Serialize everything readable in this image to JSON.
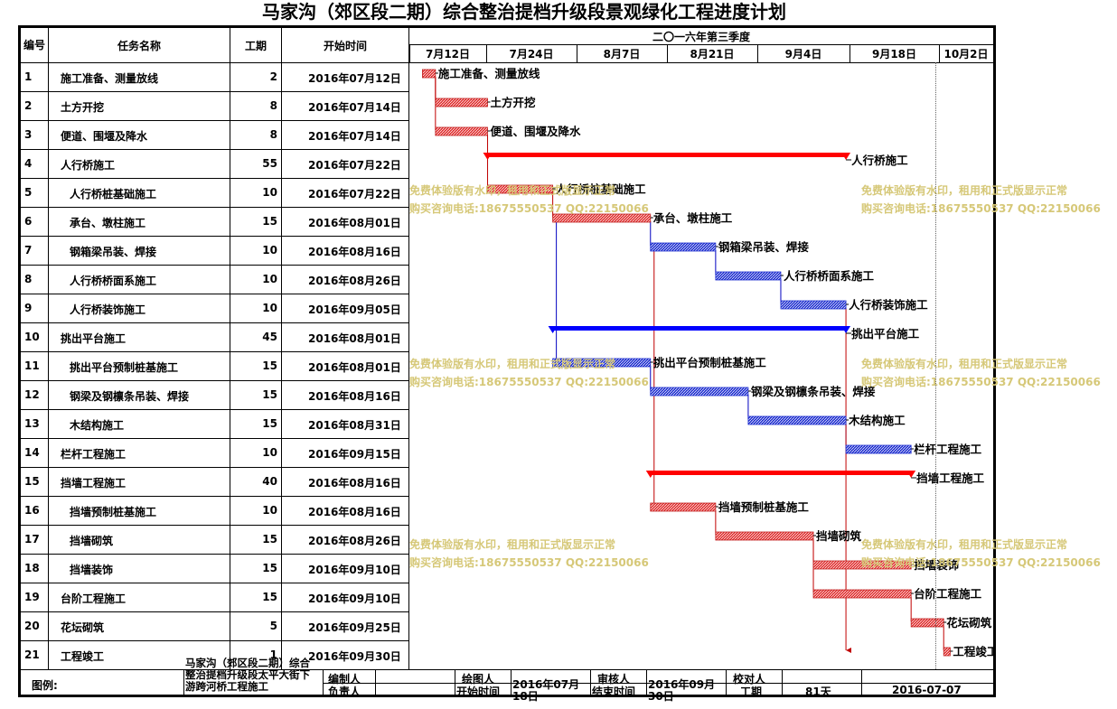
{
  "title": "马家沟（郊区段二期）综合整治提档升级段景观绿化工程进度计划",
  "headers": {
    "id": "编号",
    "name": "任务名称",
    "duration": "工期",
    "start": "开始时间",
    "quarter": "二〇一六年第三季度"
  },
  "chart_data": {
    "type": "gantt",
    "timeline_start": "2016-07-10",
    "date_ticks": [
      "7月12日",
      "7月24日",
      "8月7日",
      "8月21日",
      "9月4日",
      "9月18日",
      "10月2日"
    ],
    "colors": {
      "task_red": "#e03030",
      "task_blue": "#2030d0",
      "summary_red": "#ff0000",
      "summary_blue": "#0000ff"
    },
    "tasks": [
      {
        "id": "1",
        "name": "施工准备、测量放线",
        "duration": 2,
        "start": "2016年07月12日",
        "indent": false,
        "summary": false,
        "color": "red"
      },
      {
        "id": "2",
        "name": "土方开挖",
        "duration": 8,
        "start": "2016年07月14日",
        "indent": false,
        "summary": false,
        "color": "red"
      },
      {
        "id": "3",
        "name": "便道、围堰及降水",
        "duration": 8,
        "start": "2016年07月14日",
        "indent": false,
        "summary": false,
        "color": "red"
      },
      {
        "id": "4",
        "name": "人行桥施工",
        "duration": 55,
        "start": "2016年07月22日",
        "indent": false,
        "summary": true,
        "color": "red"
      },
      {
        "id": "5",
        "name": "人行桥桩基础施工",
        "duration": 10,
        "start": "2016年07月22日",
        "indent": true,
        "summary": false,
        "color": "red"
      },
      {
        "id": "6",
        "name": "承台、墩柱施工",
        "duration": 15,
        "start": "2016年08月01日",
        "indent": true,
        "summary": false,
        "color": "red"
      },
      {
        "id": "7",
        "name": "钢箱梁吊装、焊接",
        "duration": 10,
        "start": "2016年08月16日",
        "indent": true,
        "summary": false,
        "color": "blue"
      },
      {
        "id": "8",
        "name": "人行桥桥面系施工",
        "duration": 10,
        "start": "2016年08月26日",
        "indent": true,
        "summary": false,
        "color": "blue"
      },
      {
        "id": "9",
        "name": "人行桥装饰施工",
        "duration": 10,
        "start": "2016年09月05日",
        "indent": true,
        "summary": false,
        "color": "blue"
      },
      {
        "id": "10",
        "name": "挑出平台施工",
        "duration": 45,
        "start": "2016年08月01日",
        "indent": false,
        "summary": true,
        "color": "blue"
      },
      {
        "id": "11",
        "name": "挑出平台预制桩基施工",
        "duration": 15,
        "start": "2016年08月01日",
        "indent": true,
        "summary": false,
        "color": "blue"
      },
      {
        "id": "12",
        "name": "钢梁及钢檩条吊装、焊接",
        "duration": 15,
        "start": "2016年08月16日",
        "indent": true,
        "summary": false,
        "color": "blue"
      },
      {
        "id": "13",
        "name": "木结构施工",
        "duration": 15,
        "start": "2016年08月31日",
        "indent": true,
        "summary": false,
        "color": "blue"
      },
      {
        "id": "14",
        "name": "栏杆工程施工",
        "duration": 10,
        "start": "2016年09月15日",
        "indent": false,
        "summary": false,
        "color": "blue"
      },
      {
        "id": "15",
        "name": "挡墙工程施工",
        "duration": 40,
        "start": "2016年08月16日",
        "indent": false,
        "summary": true,
        "color": "red"
      },
      {
        "id": "16",
        "name": "挡墙预制桩基施工",
        "duration": 10,
        "start": "2016年08月16日",
        "indent": true,
        "summary": false,
        "color": "red"
      },
      {
        "id": "17",
        "name": "挡墙砌筑",
        "duration": 15,
        "start": "2016年08月26日",
        "indent": true,
        "summary": false,
        "color": "red"
      },
      {
        "id": "18",
        "name": "挡墙装饰",
        "duration": 15,
        "start": "2016年09月10日",
        "indent": true,
        "summary": false,
        "color": "red"
      },
      {
        "id": "19",
        "name": "台阶工程施工",
        "duration": 15,
        "start": "2016年09月10日",
        "indent": false,
        "summary": false,
        "color": "red"
      },
      {
        "id": "20",
        "name": "花坛砌筑",
        "duration": 5,
        "start": "2016年09月25日",
        "indent": false,
        "summary": false,
        "color": "red"
      },
      {
        "id": "21",
        "name": "工程竣工",
        "duration": 1,
        "start": "2016年09月30日",
        "indent": false,
        "summary": false,
        "color": "red"
      }
    ],
    "links": [
      [
        0,
        1
      ],
      [
        0,
        2
      ],
      [
        2,
        4
      ],
      [
        4,
        5
      ],
      [
        5,
        6
      ],
      [
        6,
        7
      ],
      [
        7,
        8
      ],
      [
        5,
        10
      ],
      [
        10,
        11
      ],
      [
        11,
        12
      ],
      [
        12,
        13
      ],
      [
        6,
        15
      ],
      [
        15,
        16
      ],
      [
        16,
        17
      ],
      [
        16,
        18
      ],
      [
        18,
        19
      ],
      [
        19,
        20
      ],
      [
        8,
        20
      ]
    ]
  },
  "legend": {
    "label": "图例:",
    "project": "马家沟（郊区段二期）综合整治提档升级段太平大街下游跨河桥工程施工",
    "editor_label": "编制人",
    "owner_label": "负责人",
    "drawer_label": "绘图人",
    "start_label": "开始时间",
    "start_value": "2016年07月18日",
    "reviewer_label": "审核人",
    "end_label": "结束时间",
    "end_value": "2016年09月30日",
    "checker_label": "校对人",
    "duration_label": "工期",
    "duration_value": "81天",
    "date_value": "2016-07-07"
  },
  "watermark": {
    "line1": "免费体验版有水印，租用和正式版显示正常",
    "line2": "购买咨询电话:18675550537 QQ:22150066"
  }
}
